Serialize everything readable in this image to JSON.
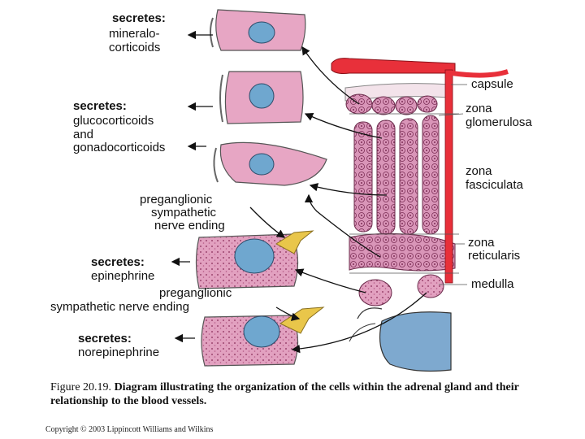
{
  "labels": {
    "secretes_1": "secretes:",
    "mineralo": "mineralo-",
    "corticoids": "corticoids",
    "secretes_2": "secretes:",
    "glucocorticoids": "glucocorticoids",
    "and": "and",
    "gonadocorticoids": "gonadocorticoids",
    "pregang_1a": "preganglionic",
    "pregang_1b": "sympathetic",
    "pregang_1c": "nerve   ending",
    "secretes_3": "secretes:",
    "epinephrine": "epinephrine",
    "pregang_2a": "preganglionic",
    "pregang_2b": "sympathetic   nerve   ending",
    "secretes_4": "secretes:",
    "norepinephrine": "norepinephrine",
    "capsule": "capsule",
    "zona_glom_a": "zona",
    "zona_glom_b": "glomerulosa",
    "zona_fasc_a": "zona",
    "zona_fasc_b": "fasciculata",
    "zona_ret_a": "zona",
    "zona_ret_b": "reticularis",
    "medulla": "medulla"
  },
  "caption": {
    "prefix": "Figure 20.19.",
    "text": "Diagram illustrating the organization of the cells within the adrenal gland and their relationship to the blood vessels."
  },
  "copyright": "Copyright © 2003 Lippincott Williams and Wilkins",
  "colors": {
    "cell_pink": "#e7a6c4",
    "nucleus_blue": "#6fa7cf",
    "artery_red": "#e8303a",
    "vein_blue": "#7ea9cf",
    "nerve_yellow": "#e9c64a"
  }
}
